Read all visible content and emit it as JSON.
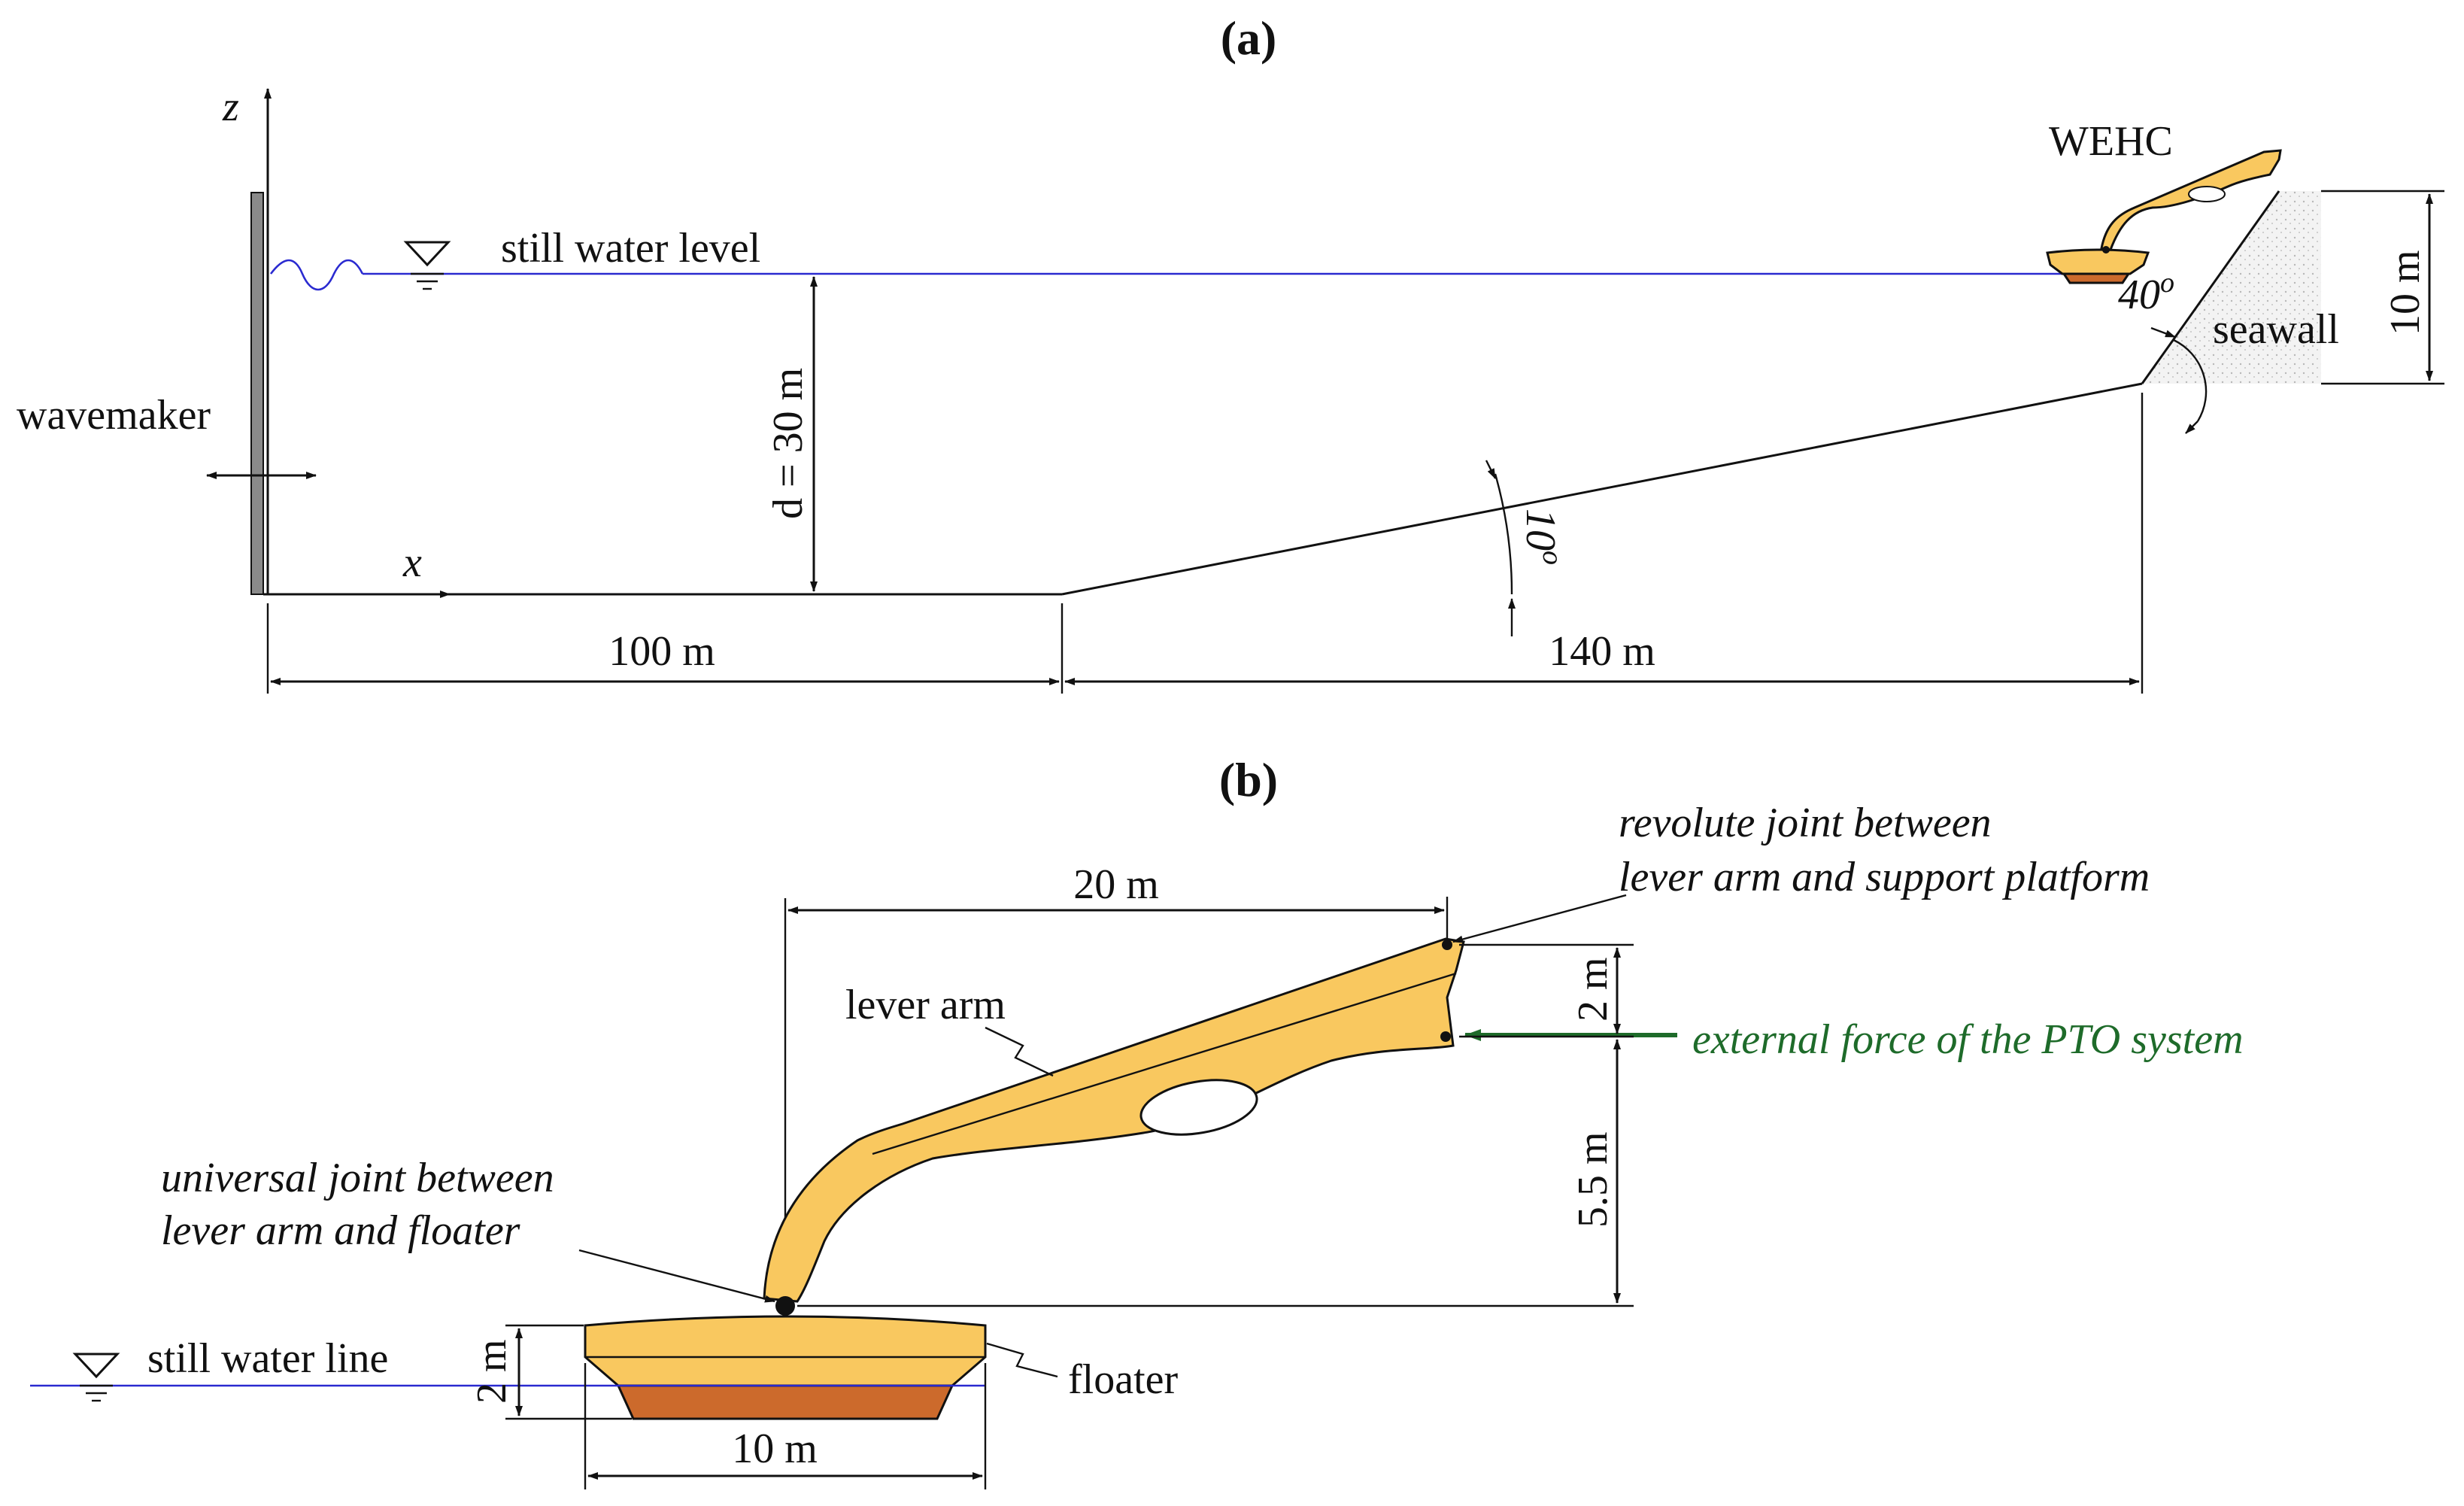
{
  "panel_a": {
    "label": "(a)",
    "axis_z": "z",
    "axis_x": "x",
    "wavemaker": "wavemaker",
    "still_water_level": "still water level",
    "depth": "d = 30 m",
    "device": "WEHC",
    "seawall": "seawall",
    "seawall_height": "10 m",
    "angle_seawall": "40o",
    "angle_slope": "10o",
    "dim_flat": "100 m",
    "dim_slope": "140 m"
  },
  "panel_b": {
    "label": "(b)",
    "revolute_joint_line1": "revolute joint between",
    "revolute_joint_line2": "lever arm and support platform",
    "lever_arm": "lever arm",
    "pto_force": "external force of the PTO system",
    "universal_joint_line1": "universal joint between",
    "universal_joint_line2": "lever arm and floater",
    "still_water_line": "still water line",
    "floater": "floater",
    "dim_arm_length": "20 m",
    "dim_upper": "2 m",
    "dim_lower": "5.5 m",
    "dim_floater_height": "2 m",
    "dim_floater_width": "10 m"
  },
  "colors": {
    "water": "#2a2ad0",
    "arm_fill": "#f9c85f",
    "floater_bottom": "#cc6a2c",
    "pto_arrow": "#1e6b2a",
    "wavemaker": "#8a8a8a"
  }
}
